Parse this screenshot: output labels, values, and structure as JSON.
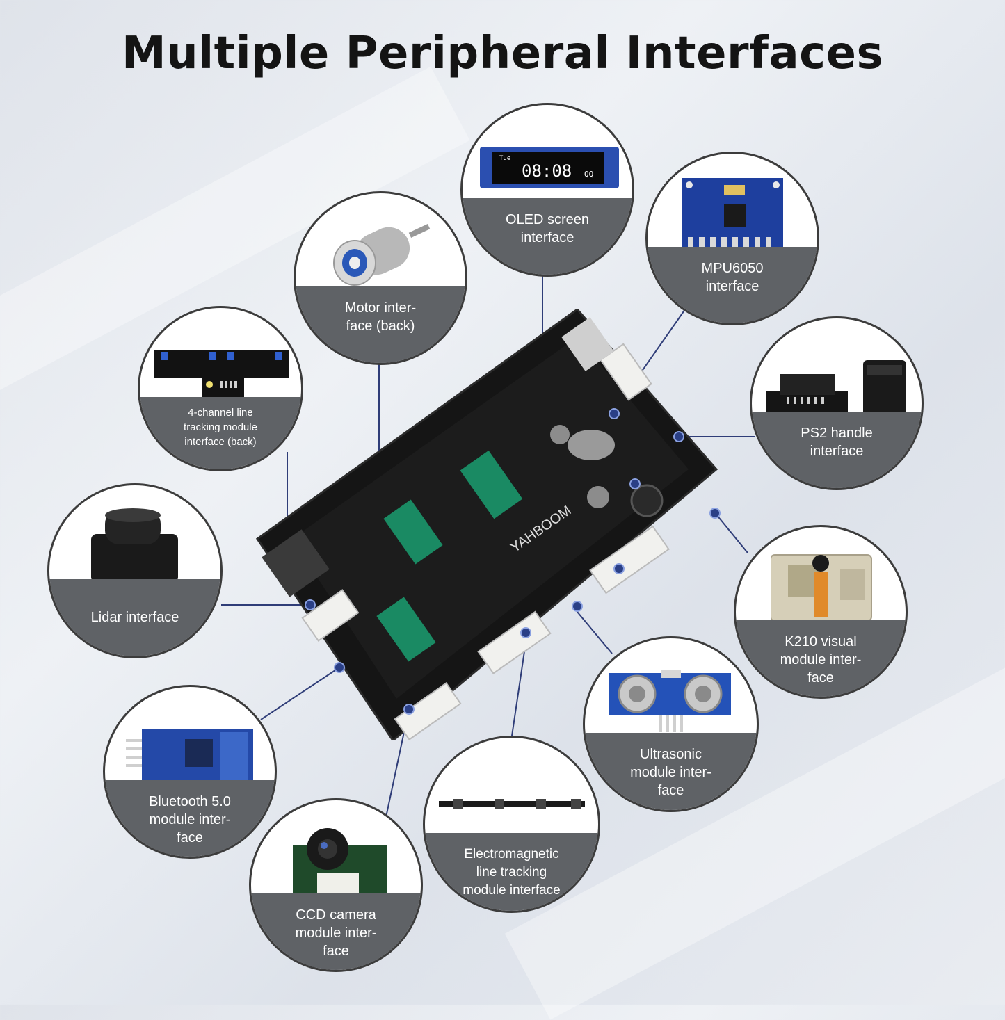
{
  "title": "Multiple Peripheral Interfaces",
  "interfaces": [
    {
      "label": "OLED screen\ninterface",
      "icon": "oled-screen-icon"
    },
    {
      "label": "MPU6050\ninterface",
      "icon": "mpu6050-module-icon"
    },
    {
      "label": "Motor inter-\nface (back)",
      "icon": "motor-icon"
    },
    {
      "label": "4-channel line\ntracking module\ninterface (back)",
      "icon": "line-tracking-module-icon"
    },
    {
      "label": "PS2 handle\ninterface",
      "icon": "ps2-receiver-icon"
    },
    {
      "label": "Lidar interface",
      "icon": "lidar-icon"
    },
    {
      "label": "K210 visual\nmodule inter-\nface",
      "icon": "k210-camera-icon"
    },
    {
      "label": "Bluetooth 5.0\nmodule inter-\nface",
      "icon": "bluetooth-module-icon"
    },
    {
      "label": "Ultrasonic\nmodule inter-\nface",
      "icon": "ultrasonic-sensor-icon"
    },
    {
      "label": "Electromagnetic\nline tracking\nmodule interface",
      "icon": "electromagnetic-sensor-icon"
    },
    {
      "label": "CCD camera\nmodule inter-\nface",
      "icon": "ccd-camera-icon"
    }
  ],
  "oled_display": {
    "time": "08:08",
    "left_tag": "Tue",
    "right_tag": "QQ"
  },
  "board_brand": "YAHBOOM",
  "colors": {
    "caption_bg": "#5f6266",
    "board": "#151515",
    "pcb_blue": "#1f3f9a",
    "connector": "#2a3f86"
  }
}
